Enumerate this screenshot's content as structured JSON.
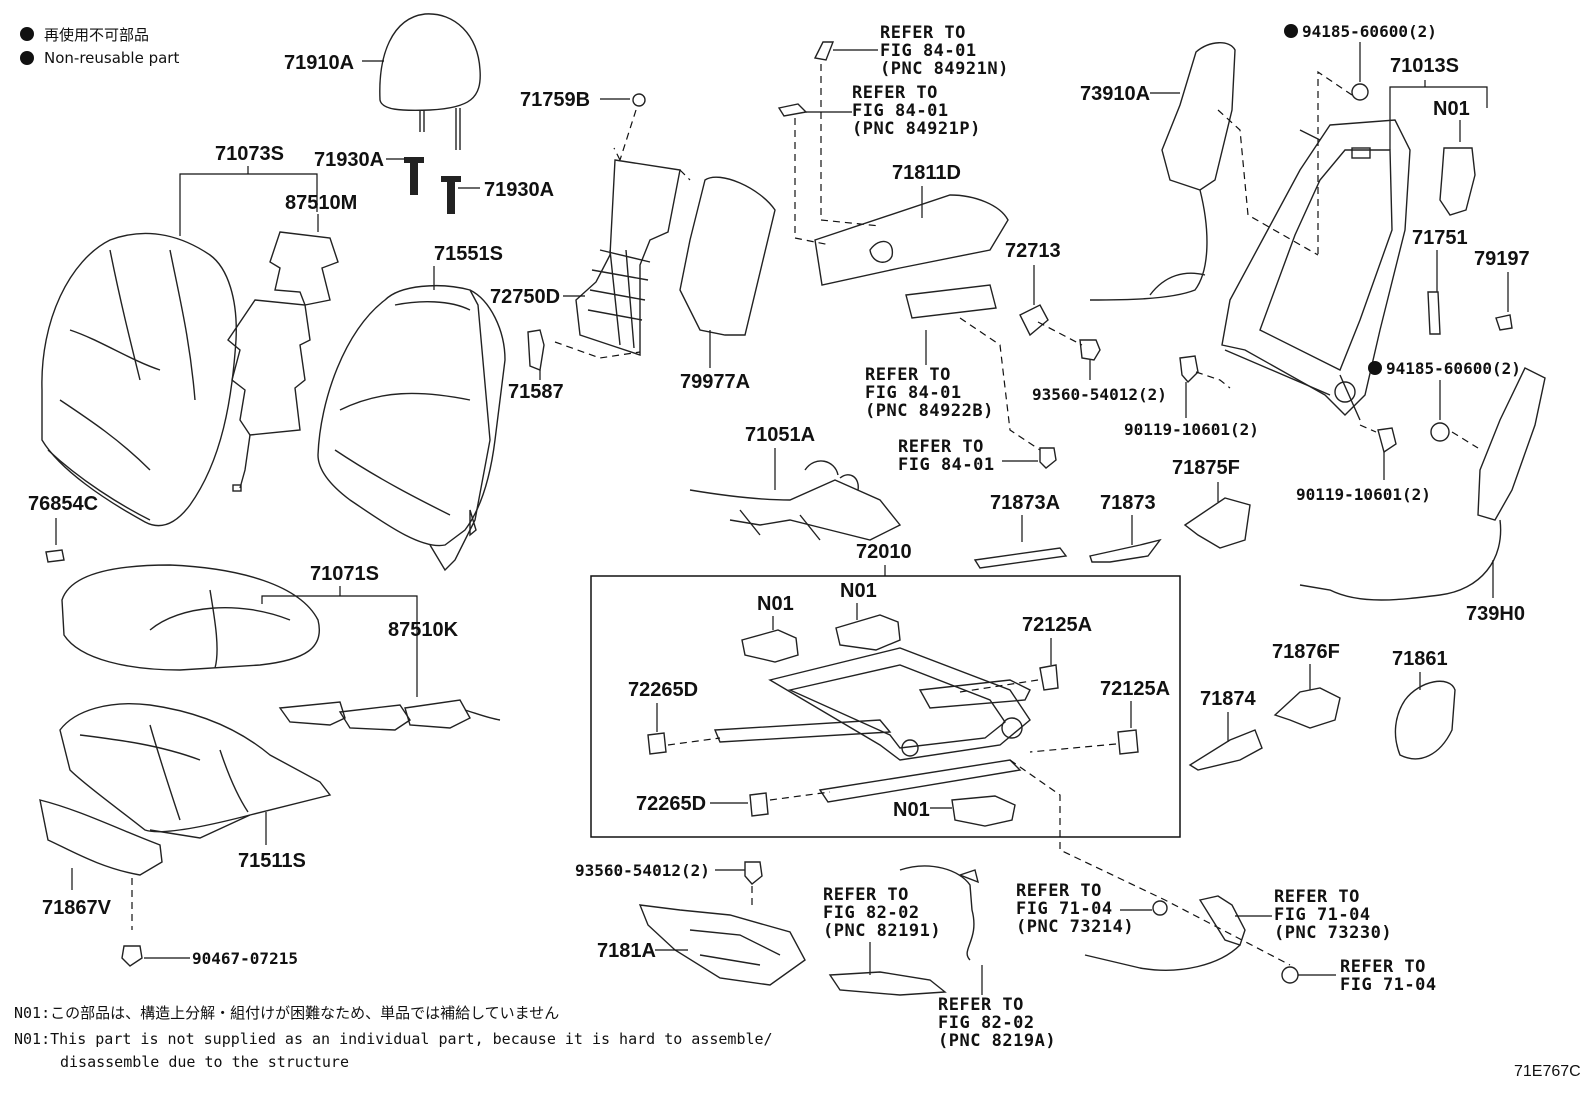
{
  "legend": {
    "jp": "再使用不可部品",
    "en": "Non-reusable part"
  },
  "labels": {
    "p71910A": "71910A",
    "p71073S": "71073S",
    "p71930A_1": "71930A",
    "p71930A_2": "71930A",
    "p87510M": "87510M",
    "p71551S": "71551S",
    "p71759B": "71759B",
    "p72750D": "72750D",
    "p71587": "71587",
    "p79977A": "79977A",
    "p71811D": "71811D",
    "p72713": "72713",
    "p73910A": "73910A",
    "p71013S": "71013S",
    "pN01_top": "N01",
    "p71751": "71751",
    "p79197": "79197",
    "p76854C": "76854C",
    "p71071S": "71071S",
    "p87510K": "87510K",
    "p71051A": "71051A",
    "p72010": "72010",
    "p71873A": "71873A",
    "p71873": "71873",
    "p71875F": "71875F",
    "p739H0": "739H0",
    "pN01_a": "N01",
    "pN01_b": "N01",
    "p72125A_1": "72125A",
    "p72125A_2": "72125A",
    "p72265D_1": "72265D",
    "p72265D_2": "72265D",
    "pN01_c": "N01",
    "p71876F": "71876F",
    "p71861": "71861",
    "p71874": "71874",
    "p71511S": "71511S",
    "p71867V": "71867V",
    "p7181A": "7181A"
  },
  "partnos": {
    "pn94185_1": "94185-60600(2)",
    "pn94185_2": "94185-60600(2)",
    "pn93560_1": "93560-54012(2)",
    "pn90119_1": "90119-10601(2)",
    "pn90119_2": "90119-10601(2)",
    "pn93560_2": "93560-54012(2)",
    "pn90467": "90467-07215"
  },
  "refs": {
    "r1": [
      "REFER TO",
      "FIG 84-01",
      "(PNC 84921N)"
    ],
    "r2": [
      "REFER TO",
      "FIG 84-01",
      "(PNC 84921P)"
    ],
    "r3": [
      "REFER TO",
      "FIG 84-01",
      "(PNC 84922B)"
    ],
    "r4": [
      "REFER TO",
      "FIG 84-01"
    ],
    "r5": [
      "REFER TO",
      "FIG 82-02",
      "(PNC 82191)"
    ],
    "r6": [
      "REFER TO",
      "FIG 71-04",
      "(PNC 73214)"
    ],
    "r7": [
      "REFER TO",
      "FIG 71-04",
      "(PNC 73230)"
    ],
    "r8": [
      "REFER TO",
      "FIG 82-02",
      "(PNC 8219A)"
    ],
    "r9": [
      "REFER TO",
      "FIG 71-04"
    ]
  },
  "notes": {
    "jp": "N01:この部品は、構造上分解・組付けが困難なため、単品では補給していません",
    "en1": "N01:This part is not supplied as an individual part,  because it is hard to assemble/",
    "en2": "disassemble due to the structure"
  },
  "figure_code": "71E767C"
}
